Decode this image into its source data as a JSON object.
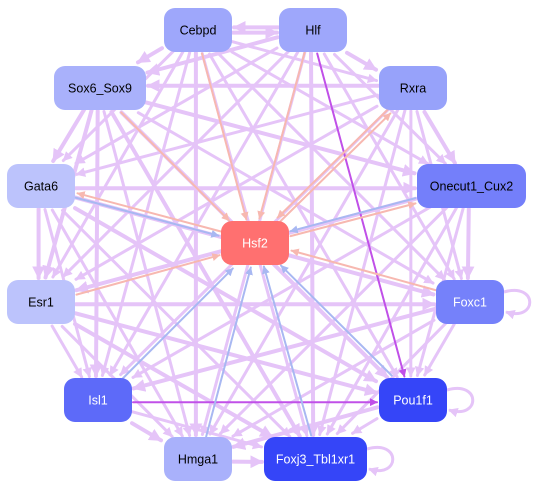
{
  "diagram": {
    "colors": {
      "edge_default": "#e5c4f8",
      "edge_dark": "#c050e8",
      "edge_salmon": "#f7b8b0",
      "edge_blue": "#a8b8f2",
      "center_node": "#ff7070"
    },
    "nodes": [
      {
        "id": "cebpd",
        "label": "Cebpd",
        "fill": "#9ea7fb",
        "text": "#000000"
      },
      {
        "id": "hlf",
        "label": "Hlf",
        "fill": "#9ea7fb",
        "text": "#000000"
      },
      {
        "id": "rxra",
        "label": "Rxra",
        "fill": "#97a2fa",
        "text": "#000000"
      },
      {
        "id": "sox6_sox9",
        "label": "Sox6_Sox9",
        "fill": "#a9b1fb",
        "text": "#000000"
      },
      {
        "id": "onecut1_cux2",
        "label": "Onecut1_Cux2",
        "fill": "#747ffa",
        "text": "#000000"
      },
      {
        "id": "gata6",
        "label": "Gata6",
        "fill": "#bcc3fc",
        "text": "#000000"
      },
      {
        "id": "hsf2",
        "label": "Hsf2",
        "fill": "#ff7070",
        "text": "#ffffff"
      },
      {
        "id": "esr1",
        "label": "Esr1",
        "fill": "#bcc3fc",
        "text": "#000000"
      },
      {
        "id": "foxc1",
        "label": "Foxc1",
        "fill": "#7581fa",
        "text": "#ffffff"
      },
      {
        "id": "isl1",
        "label": "Isl1",
        "fill": "#5d6af9",
        "text": "#ffffff"
      },
      {
        "id": "pou1f1",
        "label": "Pou1f1",
        "fill": "#3545f8",
        "text": "#ffffff"
      },
      {
        "id": "hmga1",
        "label": "Hmga1",
        "fill": "#a9b1fb",
        "text": "#000000"
      },
      {
        "id": "foxj3_tbl1xr1",
        "label": "Foxj3_Tbl1xr1",
        "fill": "#3545f8",
        "text": "#ffffff"
      }
    ],
    "edges": [
      {
        "from": "cebpd",
        "to": "hlf",
        "style": "default",
        "w": 4
      },
      {
        "from": "hlf",
        "to": "cebpd",
        "style": "default",
        "w": 4
      },
      {
        "from": "cebpd",
        "to": "sox6_sox9",
        "style": "default",
        "w": 4
      },
      {
        "from": "cebpd",
        "to": "rxra",
        "style": "default",
        "w": 3
      },
      {
        "from": "cebpd",
        "to": "gata6",
        "style": "default",
        "w": 3
      },
      {
        "from": "cebpd",
        "to": "onecut1_cux2",
        "style": "default",
        "w": 3
      },
      {
        "from": "cebpd",
        "to": "esr1",
        "style": "default",
        "w": 3
      },
      {
        "from": "cebpd",
        "to": "foxc1",
        "style": "default",
        "w": 3
      },
      {
        "from": "cebpd",
        "to": "isl1",
        "style": "default",
        "w": 3
      },
      {
        "from": "cebpd",
        "to": "pou1f1",
        "style": "default",
        "w": 3
      },
      {
        "from": "cebpd",
        "to": "hmga1",
        "style": "default",
        "w": 4
      },
      {
        "from": "cebpd",
        "to": "foxj3_tbl1xr1",
        "style": "default",
        "w": 3
      },
      {
        "from": "hlf",
        "to": "rxra",
        "style": "default",
        "w": 4
      },
      {
        "from": "hlf",
        "to": "sox6_sox9",
        "style": "default",
        "w": 4
      },
      {
        "from": "hlf",
        "to": "gata6",
        "style": "default",
        "w": 3
      },
      {
        "from": "hlf",
        "to": "onecut1_cux2",
        "style": "default",
        "w": 3
      },
      {
        "from": "hlf",
        "to": "esr1",
        "style": "default",
        "w": 3
      },
      {
        "from": "hlf",
        "to": "foxc1",
        "style": "default",
        "w": 3
      },
      {
        "from": "hlf",
        "to": "isl1",
        "style": "default",
        "w": 3
      },
      {
        "from": "hlf",
        "to": "pou1f1",
        "style": "dark",
        "w": 2
      },
      {
        "from": "hlf",
        "to": "hmga1",
        "style": "default",
        "w": 3
      },
      {
        "from": "hlf",
        "to": "foxj3_tbl1xr1",
        "style": "default",
        "w": 4
      },
      {
        "from": "rxra",
        "to": "sox6_sox9",
        "style": "default",
        "w": 4
      },
      {
        "from": "rxra",
        "to": "onecut1_cux2",
        "style": "default",
        "w": 4
      },
      {
        "from": "rxra",
        "to": "gata6",
        "style": "default",
        "w": 3
      },
      {
        "from": "rxra",
        "to": "esr1",
        "style": "default",
        "w": 3
      },
      {
        "from": "rxra",
        "to": "foxc1",
        "style": "default",
        "w": 3
      },
      {
        "from": "rxra",
        "to": "isl1",
        "style": "default",
        "w": 3
      },
      {
        "from": "rxra",
        "to": "pou1f1",
        "style": "default",
        "w": 3
      },
      {
        "from": "rxra",
        "to": "hmga1",
        "style": "default",
        "w": 3
      },
      {
        "from": "rxra",
        "to": "foxj3_tbl1xr1",
        "style": "default",
        "w": 3
      },
      {
        "from": "sox6_sox9",
        "to": "gata6",
        "style": "default",
        "w": 4
      },
      {
        "from": "sox6_sox9",
        "to": "onecut1_cux2",
        "style": "default",
        "w": 4
      },
      {
        "from": "sox6_sox9",
        "to": "esr1",
        "style": "default",
        "w": 4
      },
      {
        "from": "sox6_sox9",
        "to": "foxc1",
        "style": "default",
        "w": 3
      },
      {
        "from": "sox6_sox9",
        "to": "isl1",
        "style": "default",
        "w": 4
      },
      {
        "from": "sox6_sox9",
        "to": "pou1f1",
        "style": "default",
        "w": 4
      },
      {
        "from": "sox6_sox9",
        "to": "hmga1",
        "style": "default",
        "w": 3
      },
      {
        "from": "sox6_sox9",
        "to": "foxj3_tbl1xr1",
        "style": "default",
        "w": 4
      },
      {
        "from": "gata6",
        "to": "onecut1_cux2",
        "style": "default",
        "w": 4
      },
      {
        "from": "gata6",
        "to": "esr1",
        "style": "default",
        "w": 4
      },
      {
        "from": "gata6",
        "to": "foxc1",
        "style": "default",
        "w": 4
      },
      {
        "from": "gata6",
        "to": "isl1",
        "style": "default",
        "w": 3
      },
      {
        "from": "gata6",
        "to": "pou1f1",
        "style": "default",
        "w": 4
      },
      {
        "from": "gata6",
        "to": "hmga1",
        "style": "default",
        "w": 3
      },
      {
        "from": "gata6",
        "to": "foxj3_tbl1xr1",
        "style": "default",
        "w": 3
      },
      {
        "from": "onecut1_cux2",
        "to": "foxc1",
        "style": "default",
        "w": 4
      },
      {
        "from": "onecut1_cux2",
        "to": "esr1",
        "style": "default",
        "w": 4
      },
      {
        "from": "onecut1_cux2",
        "to": "isl1",
        "style": "default",
        "w": 3
      },
      {
        "from": "onecut1_cux2",
        "to": "pou1f1",
        "style": "default",
        "w": 3
      },
      {
        "from": "onecut1_cux2",
        "to": "hmga1",
        "style": "default",
        "w": 3
      },
      {
        "from": "onecut1_cux2",
        "to": "foxj3_tbl1xr1",
        "style": "default",
        "w": 3
      },
      {
        "from": "esr1",
        "to": "foxc1",
        "style": "default",
        "w": 4
      },
      {
        "from": "esr1",
        "to": "isl1",
        "style": "default",
        "w": 3
      },
      {
        "from": "esr1",
        "to": "pou1f1",
        "style": "default",
        "w": 4
      },
      {
        "from": "esr1",
        "to": "hmga1",
        "style": "default",
        "w": 3
      },
      {
        "from": "esr1",
        "to": "foxj3_tbl1xr1",
        "style": "default",
        "w": 4
      },
      {
        "from": "foxc1",
        "to": "isl1",
        "style": "default",
        "w": 4
      },
      {
        "from": "foxc1",
        "to": "pou1f1",
        "style": "default",
        "w": 3
      },
      {
        "from": "foxc1",
        "to": "hmga1",
        "style": "default",
        "w": 3
      },
      {
        "from": "foxc1",
        "to": "foxj3_tbl1xr1",
        "style": "default",
        "w": 3
      },
      {
        "from": "isl1",
        "to": "pou1f1",
        "style": "dark",
        "w": 2
      },
      {
        "from": "isl1",
        "to": "hmga1",
        "style": "default",
        "w": 4
      },
      {
        "from": "isl1",
        "to": "foxj3_tbl1xr1",
        "style": "default",
        "w": 3
      },
      {
        "from": "pou1f1",
        "to": "hmga1",
        "style": "default",
        "w": 4
      },
      {
        "from": "pou1f1",
        "to": "foxj3_tbl1xr1",
        "style": "default",
        "w": 3
      },
      {
        "from": "hmga1",
        "to": "foxj3_tbl1xr1",
        "style": "default",
        "w": 4
      },
      {
        "from": "cebpd",
        "to": "hsf2",
        "style": "salmon",
        "w": 2
      },
      {
        "from": "hlf",
        "to": "hsf2",
        "style": "salmon",
        "w": 2
      },
      {
        "from": "rxra",
        "to": "hsf2",
        "style": "salmon",
        "w": 2
      },
      {
        "from": "sox6_sox9",
        "to": "hsf2",
        "style": "salmon",
        "w": 2
      },
      {
        "from": "gata6",
        "to": "hsf2",
        "style": "blue",
        "w": 2
      },
      {
        "from": "onecut1_cux2",
        "to": "hsf2",
        "style": "blue",
        "w": 2
      },
      {
        "from": "esr1",
        "to": "hsf2",
        "style": "salmon",
        "w": 2
      },
      {
        "from": "foxc1",
        "to": "hsf2",
        "style": "salmon",
        "w": 2
      },
      {
        "from": "isl1",
        "to": "hsf2",
        "style": "blue",
        "w": 2
      },
      {
        "from": "pou1f1",
        "to": "hsf2",
        "style": "blue",
        "w": 2
      },
      {
        "from": "hmga1",
        "to": "hsf2",
        "style": "blue",
        "w": 2
      },
      {
        "from": "foxj3_tbl1xr1",
        "to": "hsf2",
        "style": "blue",
        "w": 2
      },
      {
        "from": "hsf2",
        "to": "onecut1_cux2",
        "style": "salmon",
        "w": 2
      },
      {
        "from": "hsf2",
        "to": "rxra",
        "style": "salmon",
        "w": 2
      },
      {
        "from": "hsf2",
        "to": "gata6",
        "style": "salmon",
        "w": 2
      }
    ],
    "self_loops": [
      "foxc1",
      "pou1f1",
      "foxj3_tbl1xr1"
    ]
  }
}
